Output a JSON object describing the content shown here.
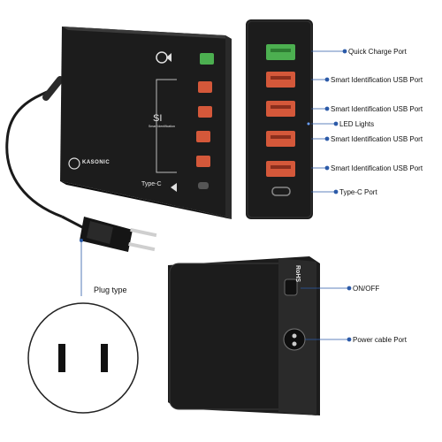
{
  "product": {
    "brand": "KASONIC",
    "si_label": "SI",
    "si_sublabel": "Smart Identification",
    "type_c_label": "Type-C"
  },
  "port_callouts": [
    {
      "id": "quick-charge",
      "label": "Quick Charge Port"
    },
    {
      "id": "smart-usb-1",
      "label": "Smart Identification USB Port"
    },
    {
      "id": "smart-usb-2",
      "label": "Smart Identification USB Port"
    },
    {
      "id": "led",
      "label": "LED Lights"
    },
    {
      "id": "smart-usb-3",
      "label": "Smart Identification USB Port"
    },
    {
      "id": "smart-usb-4",
      "label": "Smart Identification USB Port"
    },
    {
      "id": "type-c",
      "label": "Type-C Port"
    }
  ],
  "back_callouts": [
    {
      "id": "power-switch",
      "label": "ON/OFF"
    },
    {
      "id": "power-cable",
      "label": "Power cable Port"
    }
  ],
  "back_markings": {
    "rohs": "RoHS"
  },
  "plug": {
    "label": "Plug type"
  },
  "colors": {
    "body": "#1e1e1e",
    "quick_charge_port": "#4caf50",
    "usb_port": "#d4583a",
    "callout_line": "#2b5aa8",
    "callout_dot": "#2b5aa8"
  }
}
